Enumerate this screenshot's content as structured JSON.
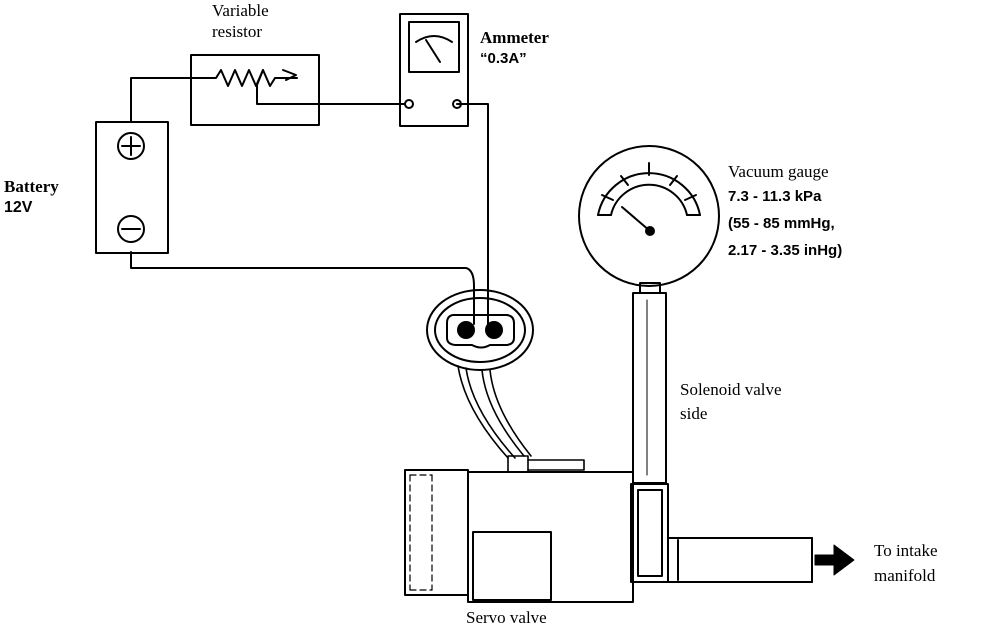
{
  "labels": {
    "variable_resistor": [
      "Variable",
      "resistor"
    ],
    "ammeter": [
      "Ammeter",
      "“0.3A”"
    ],
    "battery": [
      "Battery",
      "12V"
    ],
    "vacuum_gauge": [
      "Vacuum gauge",
      "7.3 - 11.3 kPa",
      "(55 - 85  mmHg,",
      "2.17 - 3.35 inHg)"
    ],
    "solenoid_valve_side": [
      "Solenoid valve",
      "side"
    ],
    "servo_valve": "Servo valve",
    "intake": [
      "To intake",
      "manifold"
    ]
  },
  "icons": {
    "battery_positive": "plus-terminal",
    "battery_negative": "minus-terminal",
    "flow_arrow": "right-arrow"
  },
  "colors": {
    "ink": "#000000",
    "background": "#ffffff"
  }
}
